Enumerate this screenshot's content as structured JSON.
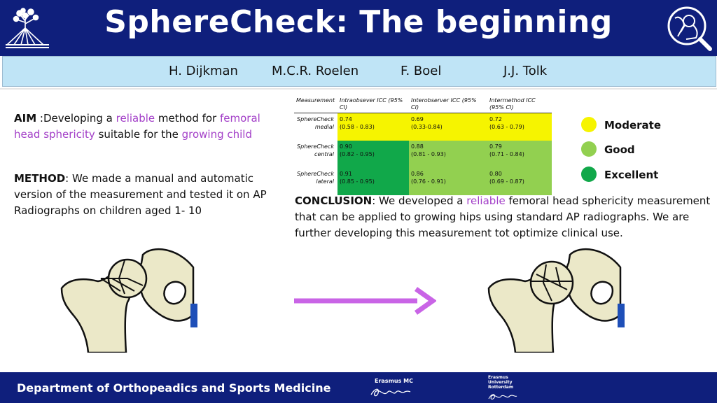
{
  "header": {
    "title": "SphereCheck: The beginning",
    "left_logo_icon": "tree-bridge-icon",
    "right_logo_icon": "hip-magnifier-icon"
  },
  "authors": [
    "H. Dijkman",
    "M.C.R. Roelen",
    "F. Boel",
    "J.J. Tolk"
  ],
  "aim": {
    "label": "AIM",
    "t1": " :Developing a ",
    "h1": "reliable",
    "t2": " method for ",
    "h2": "femoral head sphericity",
    "t3": " suitable for the ",
    "h3": "growing child"
  },
  "method": {
    "label": "METHOD",
    "text": ": We made a manual and automatic version of the measurement and tested it on AP Radiographs on children aged 1- 10"
  },
  "conclusion": {
    "label": "CONCLUSION",
    "t1": ": We developed a ",
    "h1": "reliable",
    "t2": " femoral head sphericity measurement that can be applied to growing hips using standard AP radiographs. We are further developing this measurement tot optimize clinical use."
  },
  "table": {
    "headers": [
      "Measurement",
      "Intraobsever ICC (95% CI)",
      "Interobserver ICC (95% CI)",
      "Intermethod ICC (95% CI)"
    ],
    "rows": [
      {
        "label": "SphereCheck medial",
        "cells": [
          {
            "v": "0.74",
            "ci": "(0.58 - 0.83)"
          },
          {
            "v": "0.69",
            "ci": "(0.33-0.84)"
          },
          {
            "v": "0.72",
            "ci": "(0.63 - 0.79)"
          }
        ]
      },
      {
        "label": "SphereCheck central",
        "cells": [
          {
            "v": "0.90",
            "ci": "(0.82 - 0.95)"
          },
          {
            "v": "0.88",
            "ci": "(0.81 - 0.93)"
          },
          {
            "v": "0.79",
            "ci": "(0.71 - 0.84)"
          }
        ]
      },
      {
        "label": "SphereCheck lateral",
        "cells": [
          {
            "v": "0.91",
            "ci": "(0.85 - 0.95)"
          },
          {
            "v": "0.86",
            "ci": "(0.76 - 0.91)"
          },
          {
            "v": "0.80",
            "ci": "(0.69 - 0.87)"
          }
        ]
      }
    ]
  },
  "legend": [
    {
      "label": "Moderate",
      "color": "#f6f400"
    },
    {
      "label": "Good",
      "color": "#92d050"
    },
    {
      "label": "Excellent",
      "color": "#11a84a"
    }
  ],
  "colors": {
    "navy": "#0f1f7c",
    "light_blue": "#bfe4f6",
    "highlight": "#a340c8",
    "arrow": "#c964e6",
    "bone": "#ebe8c8"
  },
  "footer": {
    "department": "Department of Orthopeadics and Sports Medicine",
    "logo1": "Erasmus MC",
    "logo2": "Erasmus University Rotterdam"
  }
}
